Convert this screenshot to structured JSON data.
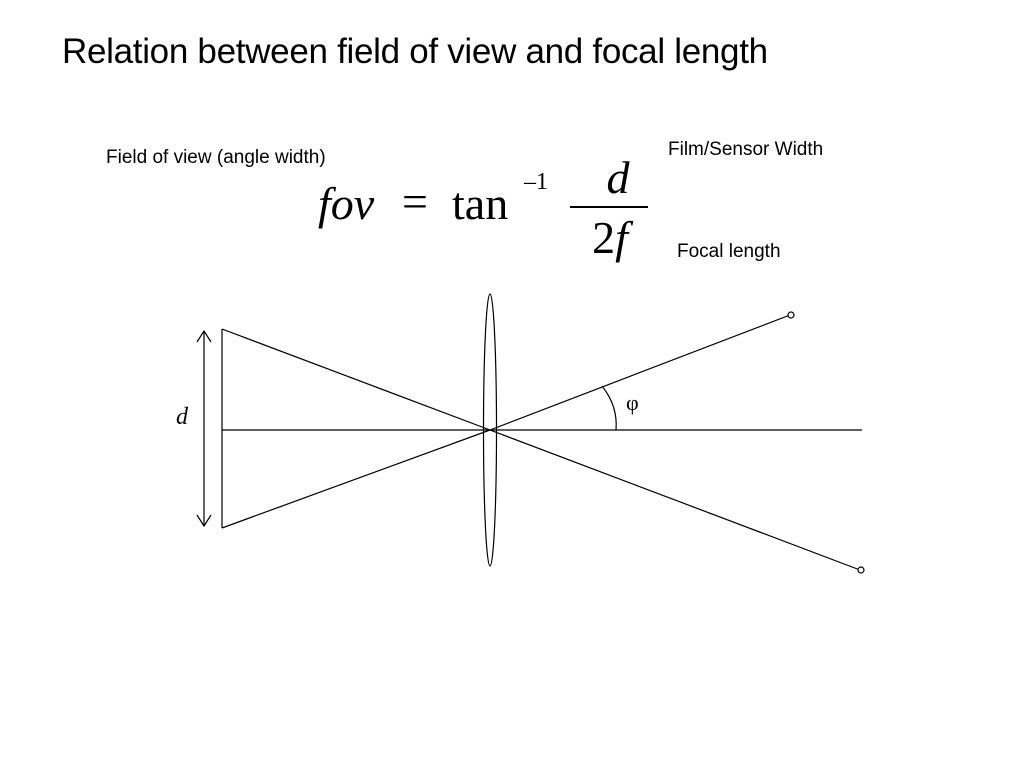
{
  "slide": {
    "title": "Relation between field of view and focal length"
  },
  "labels": {
    "fov": "Field of view (angle width)",
    "sensor_width": "Film/Sensor Width",
    "focal_length": "Focal length"
  },
  "formula": {
    "lhs": "fov",
    "equals": "=",
    "function": "tan",
    "exponent": "–1",
    "numerator": "d",
    "denominator_coefficient": "2",
    "denominator_variable": "f"
  },
  "diagram": {
    "sensor_label": "d",
    "angle_label": "φ"
  }
}
